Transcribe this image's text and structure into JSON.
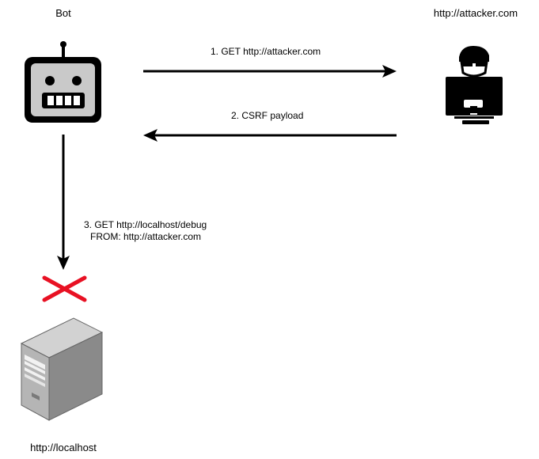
{
  "nodes": {
    "bot": {
      "label": "Bot",
      "icon": "robot-icon"
    },
    "attacker": {
      "label": "http://attacker.com",
      "icon": "hacker-icon"
    },
    "localhost": {
      "label": "http://localhost",
      "icon": "server-icon"
    }
  },
  "edges": {
    "step1": {
      "label": "1. GET http://attacker.com"
    },
    "step2": {
      "label": "2. CSRF payload"
    },
    "step3": {
      "line1": "3. GET http://localhost/debug",
      "line2": "FROM: http://attacker.com"
    }
  },
  "blocked_marker": {
    "icon": "blocked-x-icon",
    "color": "#e81123"
  }
}
